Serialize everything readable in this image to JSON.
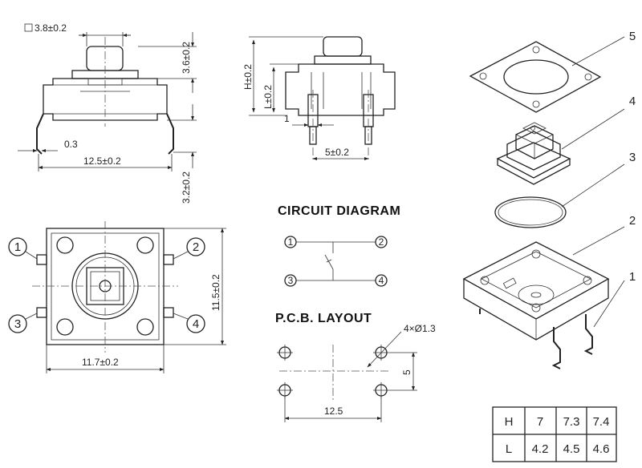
{
  "dimensions": {
    "button_size": "3.8±0.2",
    "stem_height": "3.6±0.2",
    "lead_offset": "0.3",
    "lead_span": "12.5±0.2",
    "lead_length": "3.2±0.2",
    "height_h": "H±0.2",
    "height_l": "L±0.2",
    "lead_width": "1",
    "lead_pitch": "5±0.2",
    "body_width": "11.7±0.2",
    "body_height": "11.5±0.2"
  },
  "pin_labels": [
    "1",
    "2",
    "3",
    "4"
  ],
  "part_labels": [
    "5",
    "4",
    "3",
    "2",
    "1"
  ],
  "circuit": {
    "title": "CIRCUIT DIAGRAM",
    "pins": [
      "1",
      "2",
      "3",
      "4"
    ]
  },
  "pcb": {
    "title": "P.C.B. LAYOUT",
    "hole_spec": "4×Ø1.3",
    "spacing_v": "5",
    "spacing_h": "12.5"
  },
  "height_table": {
    "rows": [
      {
        "label": "H",
        "values": [
          "7",
          "7.3",
          "7.4"
        ]
      },
      {
        "label": "L",
        "values": [
          "4.2",
          "4.5",
          "4.6"
        ]
      }
    ]
  }
}
